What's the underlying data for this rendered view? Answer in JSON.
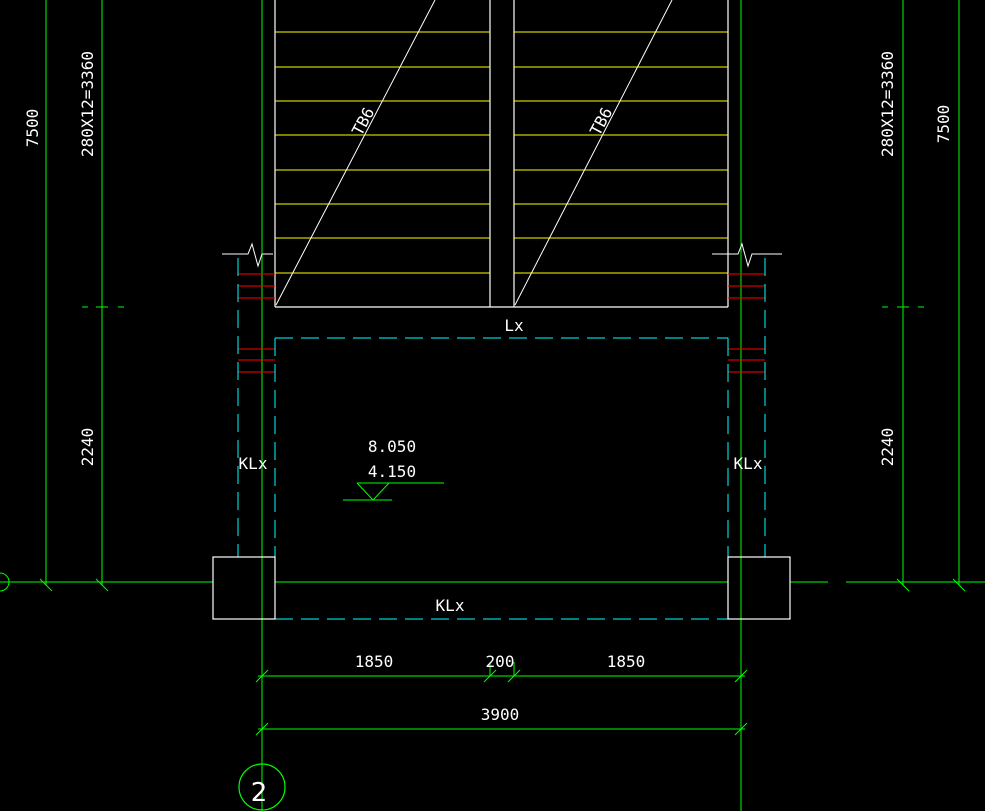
{
  "drawing": {
    "colors": {
      "background": "#000000",
      "dim_lines": "#00ff00",
      "stair_treads": "#ffff00",
      "beam_outline": "#00ffff",
      "rebar_marks": "#ff0000",
      "annotation": "#ffffff"
    },
    "dims_left": {
      "total": "7500",
      "flight": "280X12=3360",
      "landing": "2240"
    },
    "dims_right": {
      "total": "7500",
      "flight": "280X12=3360",
      "landing": "2240"
    },
    "stair_labels": {
      "left": "TB6",
      "right": "TB6"
    },
    "beam_labels": {
      "top_beam": "Lx",
      "left_beam": "KLx",
      "right_beam": "KLx",
      "bottom_beam": "KLx"
    },
    "levels": {
      "upper": "8.050",
      "lower": "4.150"
    },
    "bottom_dims": {
      "left": "1850",
      "middle": "200",
      "right": "1850",
      "total": "3900"
    },
    "axis": {
      "label": "2",
      "icon": "axis-bubble-icon"
    }
  }
}
